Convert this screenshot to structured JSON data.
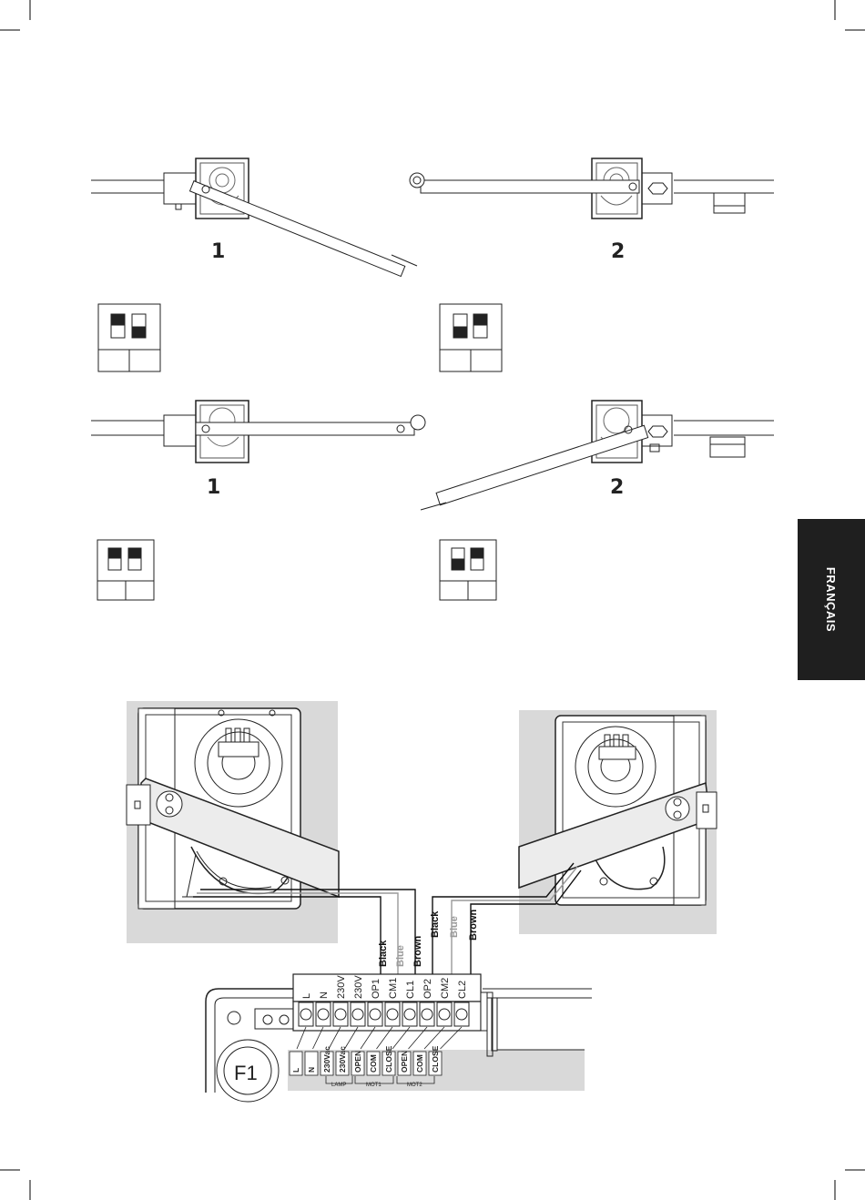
{
  "side_tab": {
    "label": "FRANÇAIS"
  },
  "diagrams": {
    "top_left_number": "1",
    "top_right_number": "2",
    "bottom_left_number": "1",
    "bottom_right_number": "2"
  },
  "wires": {
    "left": [
      "Black",
      "Blue",
      "Brown"
    ],
    "right": [
      "Black",
      "Blue",
      "Brown"
    ],
    "colors": {
      "Black": "#111111",
      "Blue": "#9a9a9a",
      "Brown": "#111111"
    }
  },
  "terminals": [
    "L",
    "N",
    "230V",
    "230V",
    "OP1",
    "CM1",
    "CL1",
    "OP2",
    "CM2",
    "CL2"
  ],
  "legend": {
    "items": [
      "L",
      "N",
      "230Vac",
      "230Vac",
      "OPEN",
      "COM",
      "CLOSE",
      "OPEN",
      "COM",
      "CLOSE"
    ],
    "groups": [
      "LAMP",
      "MOT1",
      "MOT2"
    ]
  },
  "fuse_label": "F1"
}
